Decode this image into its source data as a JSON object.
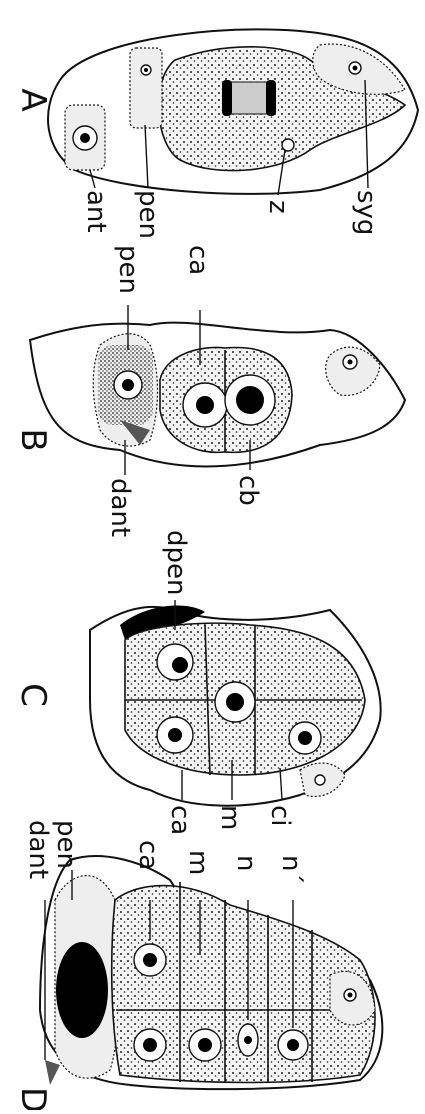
{
  "panels": {
    "A": {
      "letter": "A",
      "labels": {
        "ant": "ant",
        "pen": "pen",
        "z": "z",
        "syg": "syg"
      }
    },
    "B": {
      "letter": "B",
      "labels": {
        "pen": "pen",
        "ca": "ca",
        "dant": "dant",
        "cb": "cb"
      }
    },
    "C": {
      "letter": "C",
      "labels": {
        "dpen": "dpen",
        "ca": "ca",
        "m": "m",
        "ci": "ci"
      }
    },
    "D": {
      "letter": "D",
      "labels": {
        "pen": "pen",
        "dant": "dant",
        "ca": "ca",
        "m": "m",
        "n": "n",
        "n_prime": "n´"
      }
    }
  }
}
